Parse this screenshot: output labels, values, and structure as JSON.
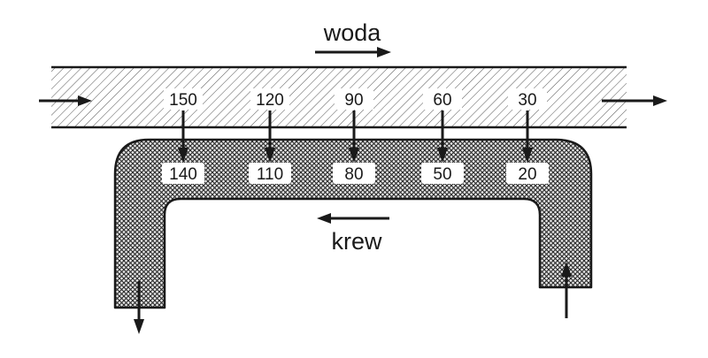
{
  "labels": {
    "water": "woda",
    "blood": "krew"
  },
  "water_values": [
    "150",
    "120",
    "90",
    "60",
    "30"
  ],
  "blood_values": [
    "140",
    "110",
    "80",
    "50",
    "20"
  ],
  "colors": {
    "ink": "#1a1a1a",
    "background": "#ffffff"
  }
}
